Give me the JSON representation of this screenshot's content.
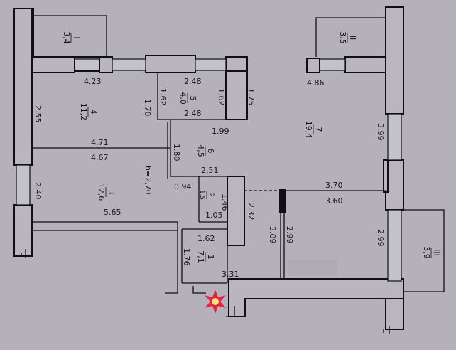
{
  "rooms": [
    {
      "id": "balcony-1",
      "number": "I",
      "area": "3,4"
    },
    {
      "id": "balcony-2",
      "number": "II",
      "area": "3,5"
    },
    {
      "id": "balcony-3",
      "number": "III",
      "area": "3,9"
    },
    {
      "id": "room-1",
      "number": "1",
      "area": "7,1"
    },
    {
      "id": "room-3",
      "number": "3",
      "area": "12,6"
    },
    {
      "id": "room-4",
      "number": "4",
      "area": "11,2"
    },
    {
      "id": "room-5",
      "number": "5",
      "area": "4,0"
    },
    {
      "id": "room-6",
      "number": "6",
      "area": "4,5"
    },
    {
      "id": "room-7",
      "number": "7",
      "area": "19,4"
    },
    {
      "id": "room-2",
      "number": "2",
      "area": "1,5"
    }
  ],
  "dimensions": {
    "d_4_23": "4.23",
    "d_2_48_top": "2.48",
    "d_2_48_bottom": "2.48",
    "d_4_86": "4.86",
    "d_1_70": "1.70",
    "d_1_62_a": "1.62",
    "d_1_62_b": "1.62",
    "d_1_75": "1.75",
    "d_2_55": "2.55",
    "d_3_99": "3.99",
    "d_1_99": "1.99",
    "d_4_71": "4.71",
    "d_4_67": "4.67",
    "d_1_80": "1.80",
    "d_2_51": "2.51",
    "d_2_40": "2.40",
    "d_0_94": "0.94",
    "d_1_46": "1.46",
    "d_1_05": "1.05",
    "d_3_70": "3.70",
    "d_3_60": "3.60",
    "d_2_32": "2.32",
    "d_5_65": "5.65",
    "d_3_09": "3.09",
    "d_2_99_a": "2.99",
    "d_2_99_b": "2.99",
    "d_1_62_c": "1.62",
    "d_1_76": "1.76",
    "d_3_31": "3.31"
  },
  "ceiling_height": "h=2,70",
  "colors": {
    "background": "#b4b1ba",
    "wall": "#0f0f14",
    "marker": "#e8213e",
    "marker_core": "#ffe27a"
  }
}
